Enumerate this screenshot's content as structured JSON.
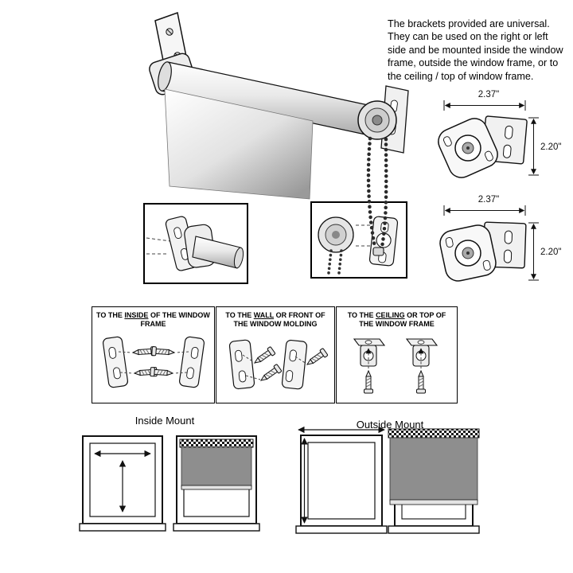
{
  "intro": {
    "text": "The brackets provided are universal. They can be used on the right or left side and be mounted inside the window frame, outside the window frame, or to the ceiling / top of window frame."
  },
  "dimensions": {
    "width_label": "2.37\"",
    "height_label": "2.20\""
  },
  "mount_methods": [
    {
      "pre": "TO THE",
      "keyword": "INSIDE",
      "post": "OF THE WINDOW FRAME"
    },
    {
      "pre": "TO THE",
      "keyword": "WALL",
      "post": "OR FRONT OF THE WINDOW MOLDING"
    },
    {
      "pre": "TO THE",
      "keyword": "CEILING",
      "post": "OR TOP OF THE WINDOW FRAME"
    }
  ],
  "bottom": {
    "inside_label": "Inside Mount",
    "outside_label": "Outside Mount"
  },
  "colors": {
    "shade_gray": "#8e8e8e",
    "line_black": "#111111",
    "checker_dark": "#1a1a1a"
  }
}
